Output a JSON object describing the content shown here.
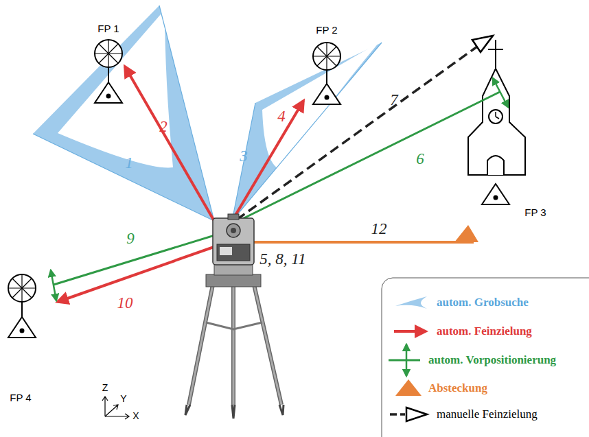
{
  "diagram": {
    "labels": [
      "FP 1",
      "FP 2",
      "FP 3",
      "FP 4",
      "1",
      "2",
      "3",
      "4",
      "5, 8, 11",
      "6",
      "7",
      "9",
      "10",
      "12",
      "Z",
      "Y",
      "X"
    ],
    "legend": [
      {
        "text": "autom. Grobsuche"
      },
      {
        "text": "autom. Feinzielung"
      },
      {
        "text": "autom. Vorpositionierung"
      },
      {
        "text": "Absteckung"
      },
      {
        "text": "manuelle Feinzielung"
      }
    ]
  }
}
